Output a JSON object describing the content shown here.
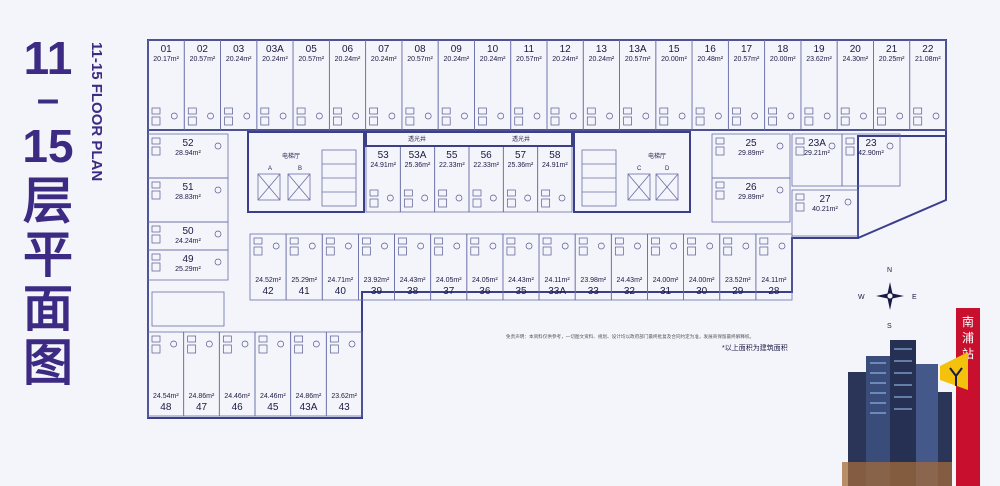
{
  "title": {
    "line1": "11",
    "dash": "–",
    "line2": "15",
    "cn1": "层",
    "cn2": "平",
    "cn3": "面",
    "cn4": "图",
    "vertical": "11-15 FLOOR PLAN"
  },
  "top_row": [
    {
      "num": "01",
      "area": "20.17m²"
    },
    {
      "num": "02",
      "area": "20.57m²"
    },
    {
      "num": "03",
      "area": "20.24m²"
    },
    {
      "num": "03A",
      "area": "20.24m²"
    },
    {
      "num": "05",
      "area": "20.57m²"
    },
    {
      "num": "06",
      "area": "20.24m²"
    },
    {
      "num": "07",
      "area": "20.24m²"
    },
    {
      "num": "08",
      "area": "20.57m²"
    },
    {
      "num": "09",
      "area": "20.24m²"
    },
    {
      "num": "10",
      "area": "20.24m²"
    },
    {
      "num": "11",
      "area": "20.57m²"
    },
    {
      "num": "12",
      "area": "20.24m²"
    },
    {
      "num": "13",
      "area": "20.24m²"
    },
    {
      "num": "13A",
      "area": "20.57m²"
    },
    {
      "num": "15",
      "area": "20.00m²"
    },
    {
      "num": "16",
      "area": "20.48m²"
    },
    {
      "num": "17",
      "area": "20.57m²"
    },
    {
      "num": "18",
      "area": "20.00m²"
    },
    {
      "num": "19",
      "area": "23.62m²"
    },
    {
      "num": "20",
      "area": "24.30m²"
    },
    {
      "num": "21",
      "area": "20.25m²"
    },
    {
      "num": "22",
      "area": "21.08m²"
    }
  ],
  "left_rooms": [
    {
      "num": "52",
      "area": "28.94m²"
    },
    {
      "num": "51",
      "area": "28.83m²"
    },
    {
      "num": "50",
      "area": "24.24m²"
    },
    {
      "num": "49",
      "area": "25.29m²"
    }
  ],
  "core_rooms": [
    {
      "num": "53",
      "area": "24.91m²"
    },
    {
      "num": "53A",
      "area": "25.36m²"
    },
    {
      "num": "55",
      "area": "22.33m²"
    },
    {
      "num": "56",
      "area": "22.33m²"
    },
    {
      "num": "57",
      "area": "25.36m²"
    },
    {
      "num": "58",
      "area": "24.91m²"
    }
  ],
  "core_labels": {
    "shaft1": "透光井",
    "shaft2": "透光井",
    "lift_a": "A",
    "lift_b": "B",
    "lift_c": "C",
    "lift_d": "D",
    "lift_room1": "电梯厅",
    "lift_room2": "电梯厅"
  },
  "right_rooms": [
    {
      "num": "25",
      "area": "29.89m²"
    },
    {
      "num": "26",
      "area": "29.89m²"
    },
    {
      "num": "23A",
      "area": "29.21m²"
    },
    {
      "num": "23",
      "area": "42.90m²"
    },
    {
      "num": "27",
      "area": "40.21m²"
    }
  ],
  "mid_row": [
    {
      "num": "42",
      "area": "24.52m²"
    },
    {
      "num": "41",
      "area": "25.29m²"
    },
    {
      "num": "40",
      "area": "24.71m²"
    },
    {
      "num": "39",
      "area": "23.92m²"
    },
    {
      "num": "38",
      "area": "24.43m²"
    },
    {
      "num": "37",
      "area": "24.05m²"
    },
    {
      "num": "36",
      "area": "24.05m²"
    },
    {
      "num": "35",
      "area": "24.43m²"
    },
    {
      "num": "33A",
      "area": "24.11m²"
    },
    {
      "num": "33",
      "area": "23.98m²"
    },
    {
      "num": "32",
      "area": "24.43m²"
    },
    {
      "num": "31",
      "area": "24.00m²"
    },
    {
      "num": "30",
      "area": "24.00m²"
    },
    {
      "num": "29",
      "area": "23.52m²"
    },
    {
      "num": "28",
      "area": "24.11m²"
    }
  ],
  "bottom_row": [
    {
      "num": "48",
      "area": "24.54m²"
    },
    {
      "num": "47",
      "area": "24.86m²"
    },
    {
      "num": "46",
      "area": "24.46m²"
    },
    {
      "num": "45",
      "area": "24.46m²"
    },
    {
      "num": "43A",
      "area": "24.86m²"
    },
    {
      "num": "43",
      "area": "23.62m²"
    }
  ],
  "compass": {
    "n": "N",
    "s": "S",
    "e": "E",
    "w": "W"
  },
  "disclaimer": "免责声明：本资料仅供参考，一切图文资料、规划、设计均以政府部门最终批复及合同约定为准，发展商保留最终解释权。",
  "note": "*以上面积为建筑面积",
  "station_sign": {
    "c1": "南",
    "c2": "浦",
    "c3": "站"
  },
  "colors": {
    "brand": "#3d2b83",
    "wall": "#3b3f8a",
    "sign_red": "#c8102e",
    "sign_yellow": "#f4c20d"
  }
}
